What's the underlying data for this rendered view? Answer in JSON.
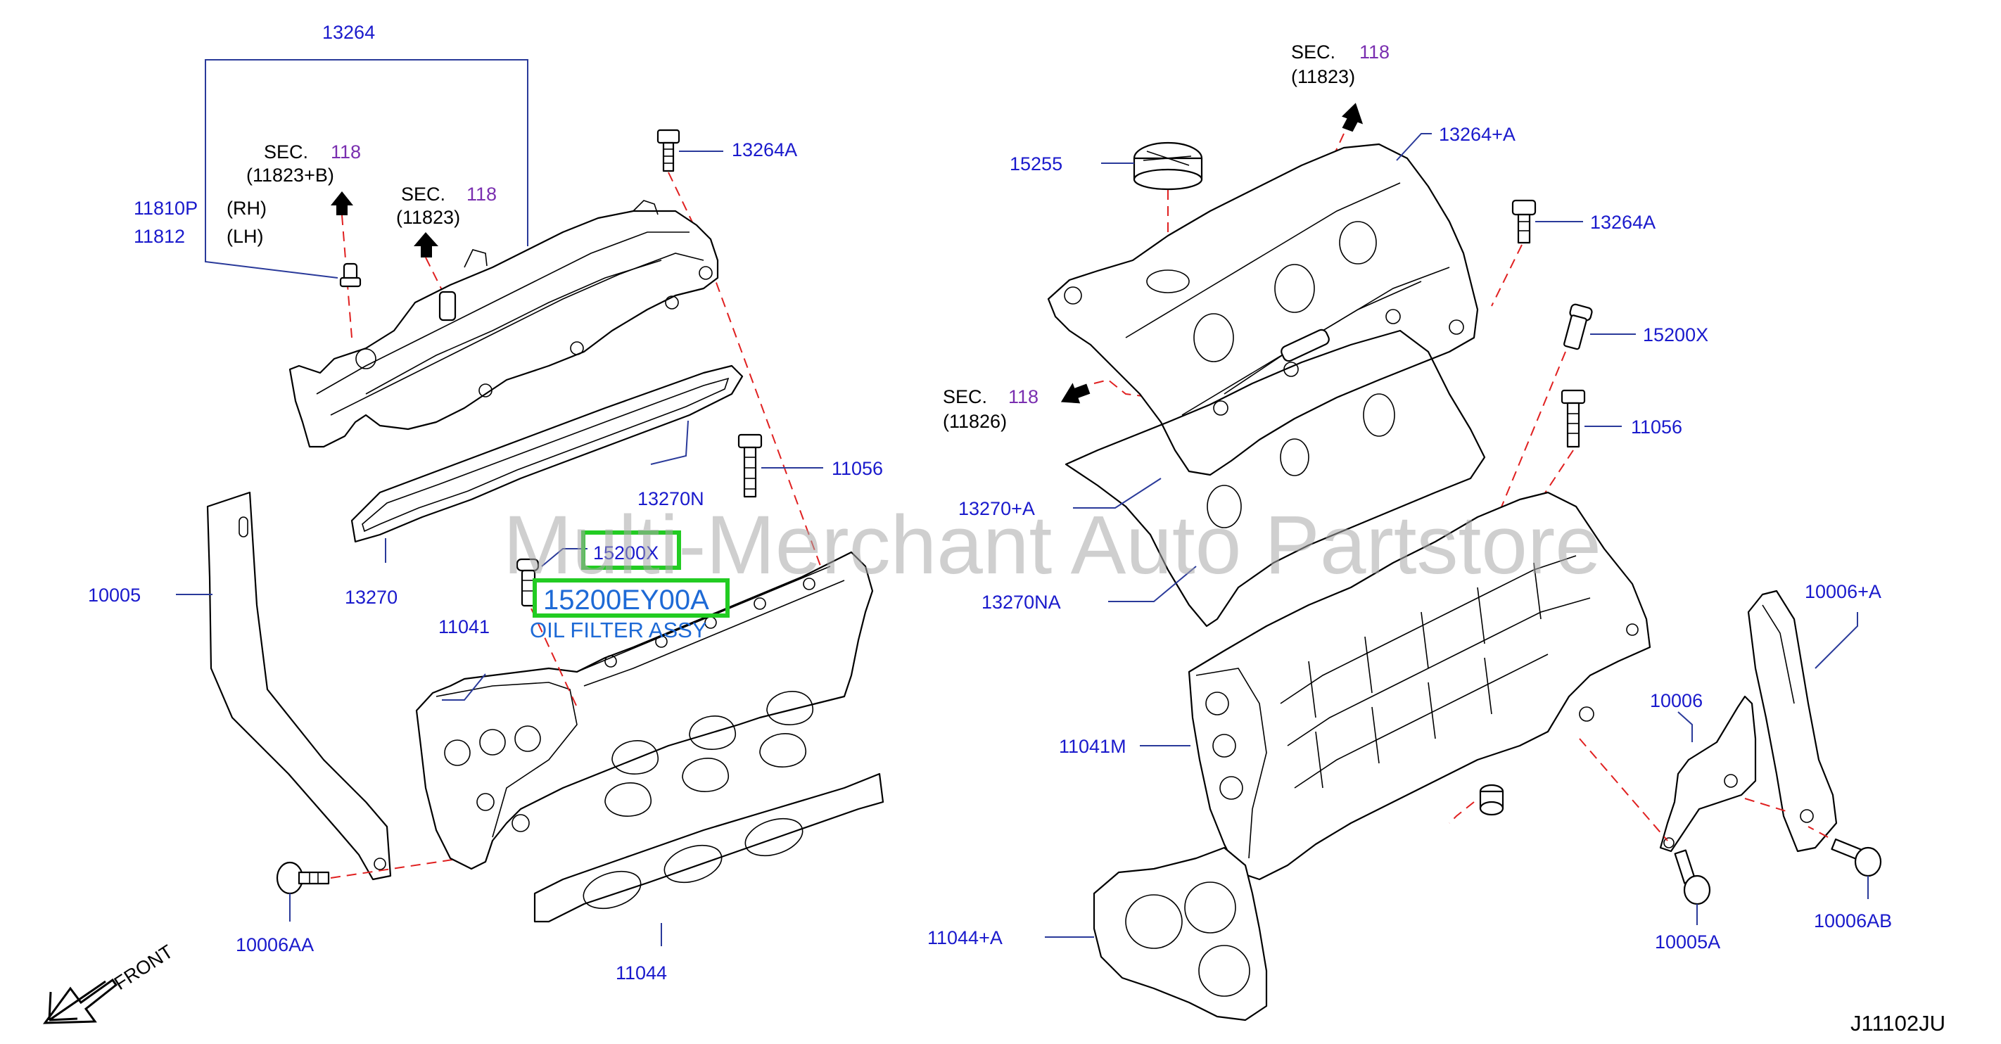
{
  "diagram_ref": "J11102JU",
  "watermark": "Multi-Merchant Auto Partstore",
  "front_label": "FRONT",
  "labels": {
    "l13264_top": "13264",
    "l13264A_left": "13264A",
    "l11810P": "11810P",
    "l11812": "11812",
    "rh": "(RH)",
    "lh": "(LH)",
    "l13270N": "13270N",
    "l13270": "13270",
    "l11056_left": "11056",
    "l10005": "10005",
    "l11041": "11041",
    "l10006AA": "10006AA",
    "l11044": "11044",
    "l15255": "15255",
    "l13264plusA": "13264+A",
    "l13264A_right": "13264A",
    "l15200X_right": "15200X",
    "l11056_right": "11056",
    "l13270plusA": "13270+A",
    "l13270NA": "13270NA",
    "l11041M": "11041M",
    "l10006plusA": "10006+A",
    "l10006": "10006",
    "l11044plusA": "11044+A",
    "l10005A": "10005A",
    "l10006AB": "10006AB"
  },
  "sections": {
    "s1": {
      "sec": "SEC.",
      "num": "118",
      "ref": "(11823+B)"
    },
    "s2": {
      "sec": "SEC.",
      "num": "118",
      "ref": "(11823)"
    },
    "s3": {
      "sec": "SEC.",
      "num": "118",
      "ref": "(11823)"
    },
    "s4": {
      "sec": "SEC.",
      "num": "118",
      "ref": "(11826)"
    }
  },
  "highlight": {
    "part_label": "15200X",
    "part_number": "15200EY00A",
    "description": "OIL FILTER ASSY"
  },
  "colors": {
    "label_blue": "#1a1acc",
    "section_purple": "#7a2fb0",
    "highlight_green": "#22cc22",
    "dash_red": "#e02020"
  }
}
